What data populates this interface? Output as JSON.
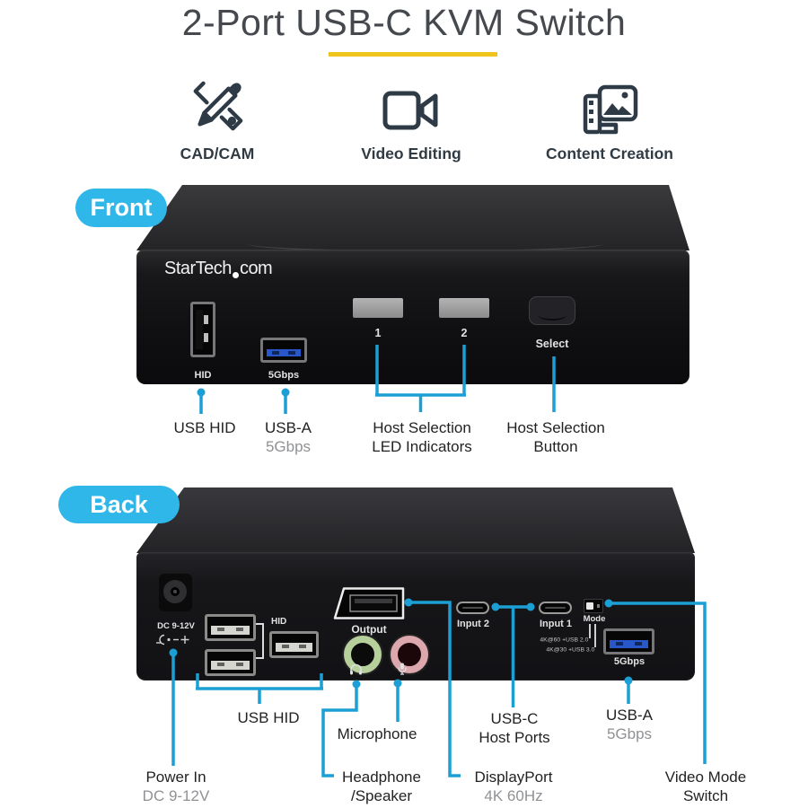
{
  "title": "2-Port USB-C KVM Switch",
  "use_cases": [
    {
      "icon": "pencil-ruler-icon",
      "label": "CAD/CAM"
    },
    {
      "icon": "video-camera-icon",
      "label": "Video Editing"
    },
    {
      "icon": "film-photo-icon",
      "label": "Content Creation"
    }
  ],
  "front": {
    "badge": "Front",
    "device": {
      "logo_main": "StarTech",
      "logo_suffix": "com",
      "hid_port_label": "HID",
      "usba_port_label": "5Gbps",
      "led1": "1",
      "led2": "2",
      "select_button": "Select"
    },
    "callouts": {
      "usb_hid": {
        "line1": "USB HID"
      },
      "usba": {
        "line1": "USB-A",
        "line2": "5Gbps"
      },
      "leds": {
        "line1": "Host Selection",
        "line2": "LED Indicators"
      },
      "select": {
        "line1": "Host Selection",
        "line2": "Button"
      }
    }
  },
  "back": {
    "badge": "Back",
    "device": {
      "dc_label": "DC 9-12V",
      "hid_group_label": "HID",
      "output_label": "Output",
      "input2_label": "Input 2",
      "input1_label": "Input 1",
      "mode_label": "Mode",
      "mode_option1": "4K@60 +USB 2.0",
      "mode_option2": "4K@30 +USB 3.0",
      "usba_port_label": "5Gbps"
    },
    "callouts": {
      "power": {
        "line1": "Power In",
        "line2": "DC 9-12V"
      },
      "usb_hid": {
        "line1": "USB HID"
      },
      "microphone": {
        "line1": "Microphone"
      },
      "headphone": {
        "line1": "Headphone",
        "line2": "/Speaker"
      },
      "displayport": {
        "line1": "DisplayPort",
        "line2": "4K 60Hz"
      },
      "usbc": {
        "line1": "USB-C",
        "line2": "Host Ports"
      },
      "usba": {
        "line1": "USB-A",
        "line2": "5Gbps"
      },
      "video_mode": {
        "line1": "Video Mode",
        "line2": "Switch"
      }
    }
  },
  "colors": {
    "accent_cyan": "#2fb7e9",
    "callout_line_cyan": "#1c9fd4",
    "underline_yellow": "#eec41d",
    "title_gray": "#45494d",
    "label_dark": "#222222",
    "label_gray": "#8f9194",
    "icon_dark": "#2e3b47"
  }
}
